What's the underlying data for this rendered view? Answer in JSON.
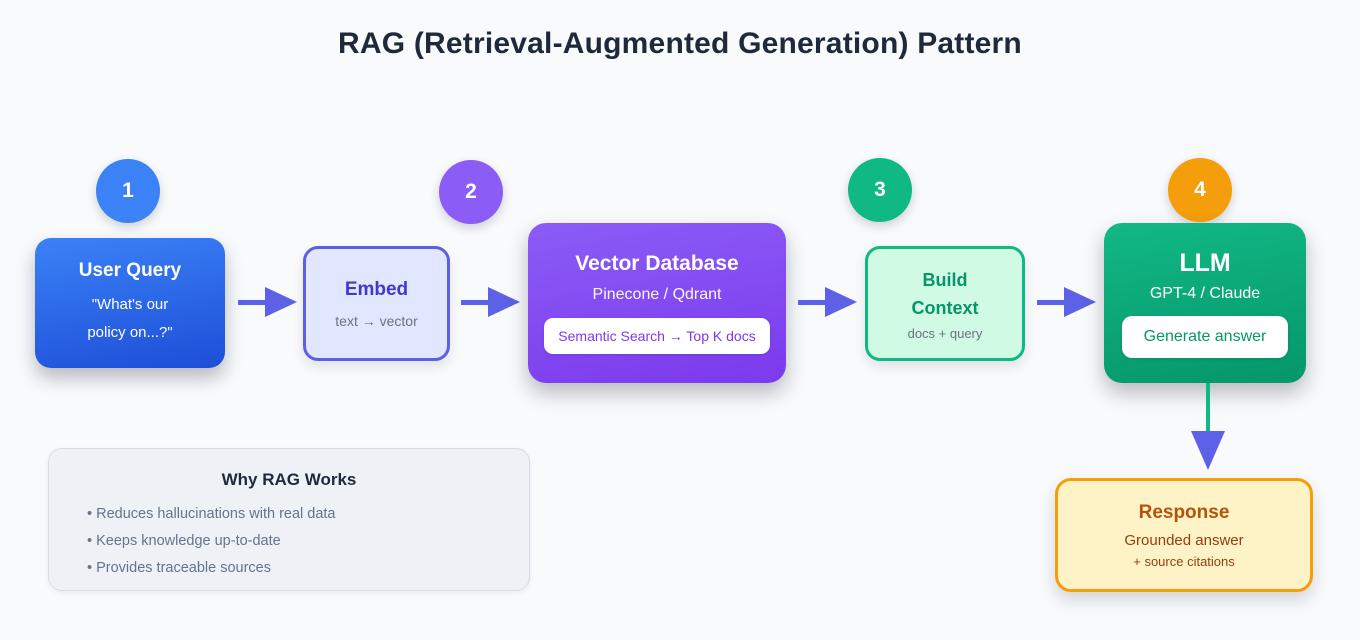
{
  "title": "RAG (Retrieval-Augmented Generation) Pattern",
  "step_circles": [
    {
      "label": "1",
      "color": "#3b82f6"
    },
    {
      "label": "2",
      "color": "#8b5cf6"
    },
    {
      "label": "3",
      "color": "#10b981"
    },
    {
      "label": "4",
      "color": "#f59e0b"
    }
  ],
  "boxes": {
    "user_query": {
      "title": "User Query",
      "subtitle_line1": "\"What's our",
      "subtitle_line2": "policy on...?\""
    },
    "embed": {
      "title": "Embed",
      "subtitle": "text → vector"
    },
    "vector_db": {
      "title": "Vector Database",
      "subtitle": "Pinecone / Qdrant",
      "badge": "Semantic Search → Top K docs"
    },
    "build_context": {
      "title_line1": "Build",
      "title_line2": "Context",
      "subtitle": "docs + query"
    },
    "llm": {
      "title": "LLM",
      "subtitle": "GPT-4 / Claude",
      "badge": "Generate answer"
    },
    "response": {
      "title": "Response",
      "subtitle_line1": "Grounded answer",
      "subtitle_line2": "+ source citations"
    }
  },
  "why_panel": {
    "title": "Why RAG Works",
    "bullets": [
      "Reduces hallucinations with real data",
      "Keeps knowledge up-to-date",
      "Provides traceable sources"
    ]
  },
  "colors": {
    "background": "#f8fafc",
    "title_text": "#1e293b",
    "arrow_indigo": "#5c61e6",
    "connector_green": "#10b981",
    "blue_box_gradient": [
      "#3b82f6",
      "#1d4ed8"
    ],
    "purple_box_gradient": [
      "#8b5cf6",
      "#7c3aed"
    ],
    "green_box_gradient": [
      "#12b886",
      "#059669"
    ],
    "embed_bg": "#e0e7ff",
    "embed_border": "#5c61e0",
    "build_context_bg": "#d1fae5",
    "build_context_border": "#10b981",
    "response_bg": "#fef3c7",
    "response_border": "#f59e0b",
    "why_panel_bg": "#eef2f7",
    "muted_text": "#64748b"
  }
}
